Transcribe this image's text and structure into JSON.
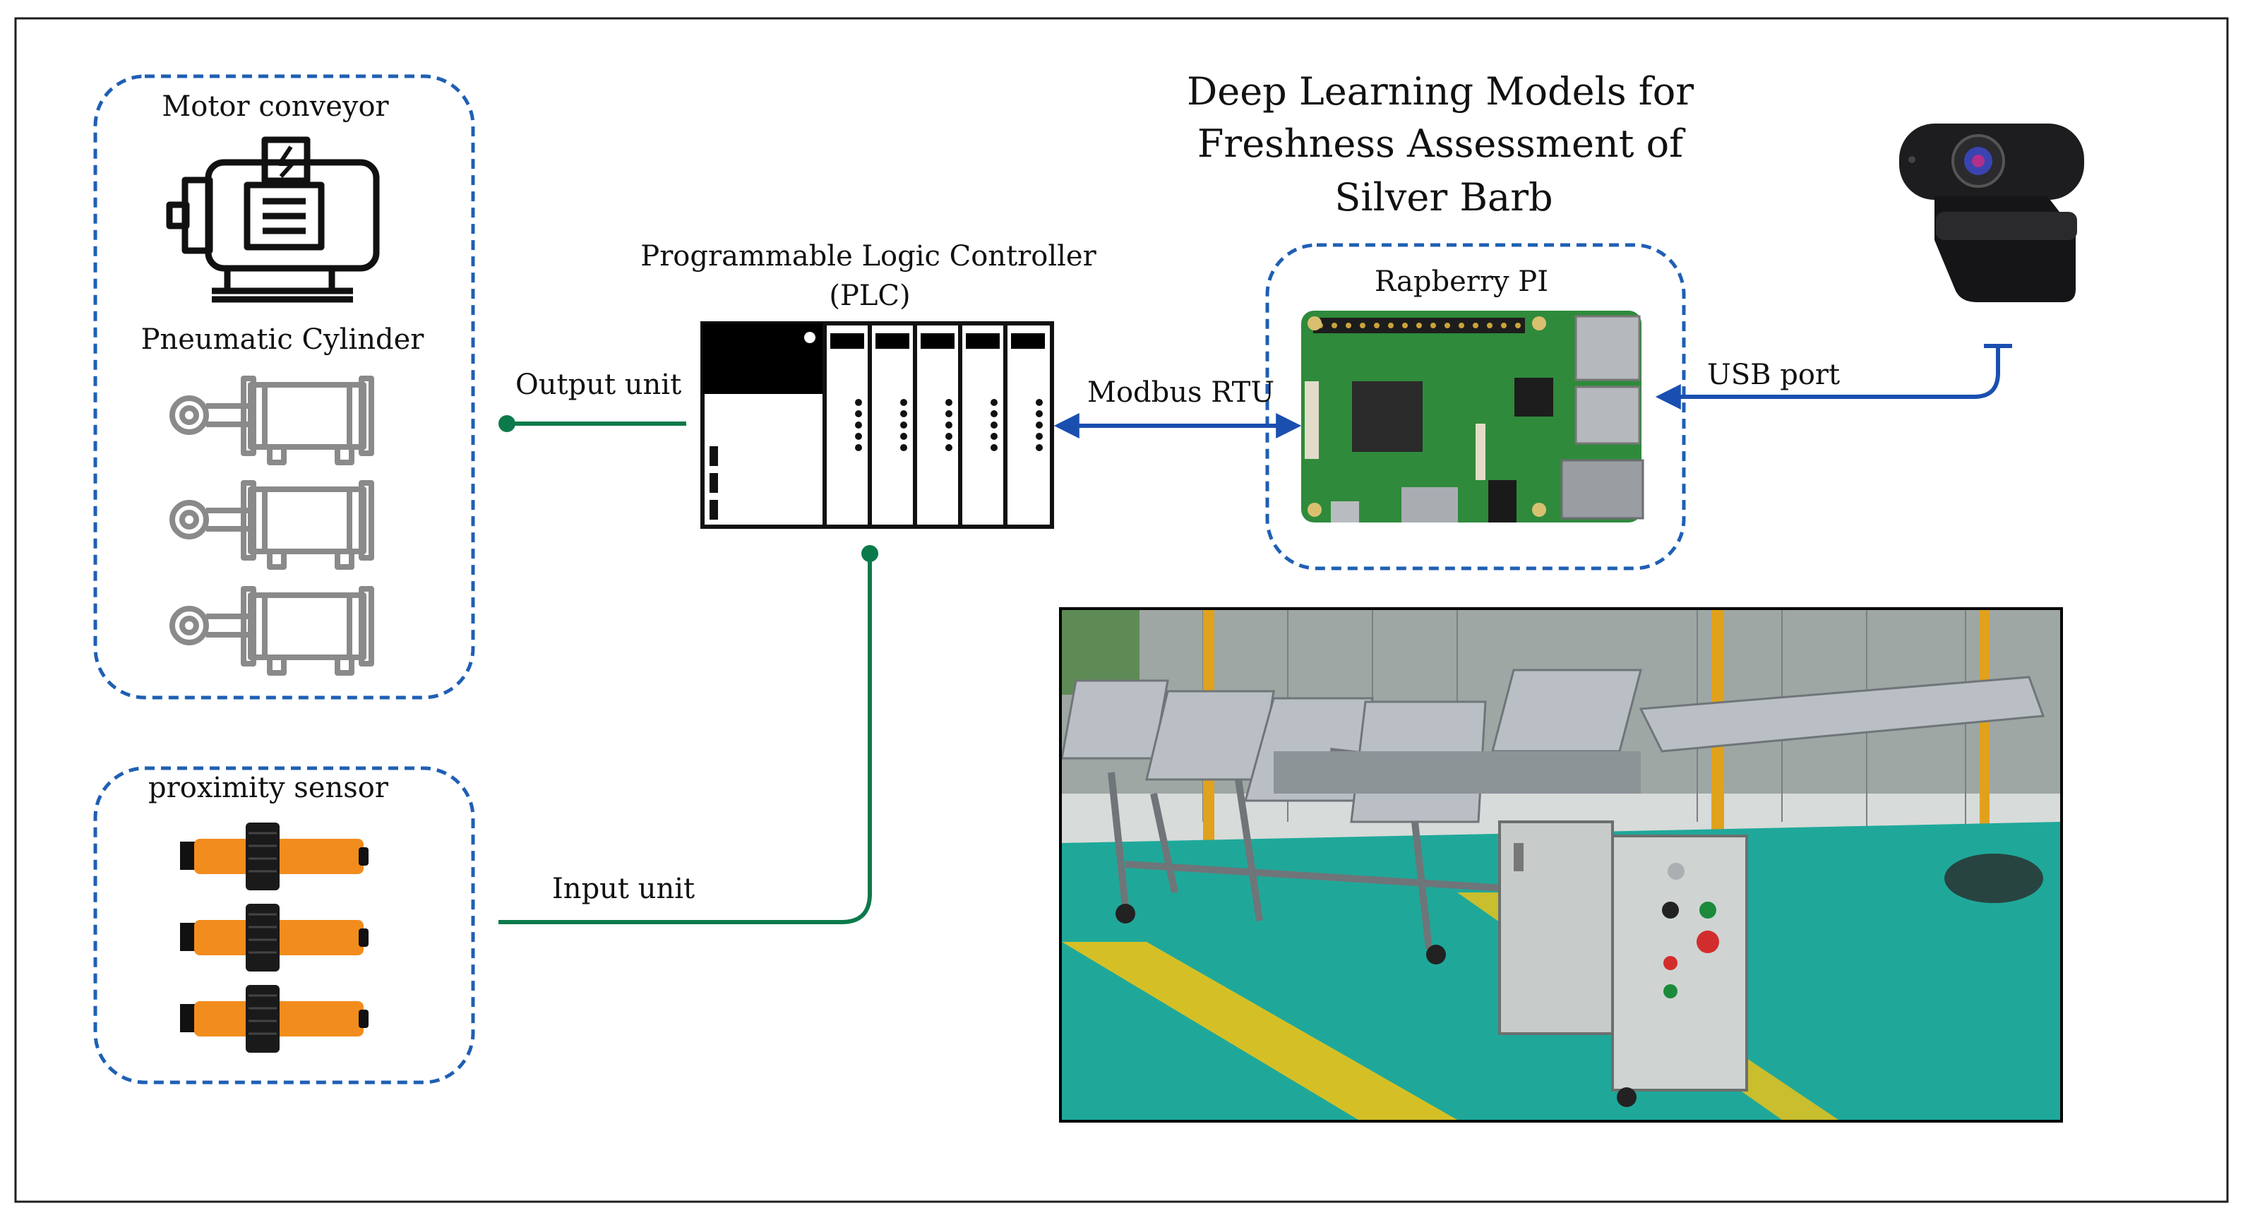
{
  "title": {
    "line1": "Deep Learning Models for",
    "line2": "Freshness Assessment of",
    "line3": "Silver Barb"
  },
  "actuators": {
    "motor_label": "Motor conveyor",
    "cylinder_label": "Pneumatic Cylinder"
  },
  "sensors": {
    "label": "proximity sensor"
  },
  "plc": {
    "line1": "Programmable Logic Controller",
    "line2": "(PLC)"
  },
  "rpi": {
    "label": "Rapberry PI"
  },
  "connections": {
    "output": "Output unit",
    "input": "Input unit",
    "modbus": "Modbus RTU",
    "usb": "USB port"
  },
  "colors": {
    "frame": "#1f1f1f",
    "dashed_border": "#1f5fb4",
    "green_line": "#0b7a4b",
    "blue_arrow": "#1a4fb0",
    "sensor_orange": "#f28c1c",
    "pcb_green": "#2f8a3b",
    "floor_green": "#1fa89a",
    "floor_yellow": "#e8c21a",
    "steel": "#b9bfc4"
  },
  "icons": {
    "motor": "electric-motor-icon",
    "cylinder": "pneumatic-cylinder-icon",
    "sensor": "proximity-sensor-icon",
    "plc": "plc-rack-icon",
    "rpi": "raspberry-pi-board",
    "camera": "webcam-icon"
  }
}
